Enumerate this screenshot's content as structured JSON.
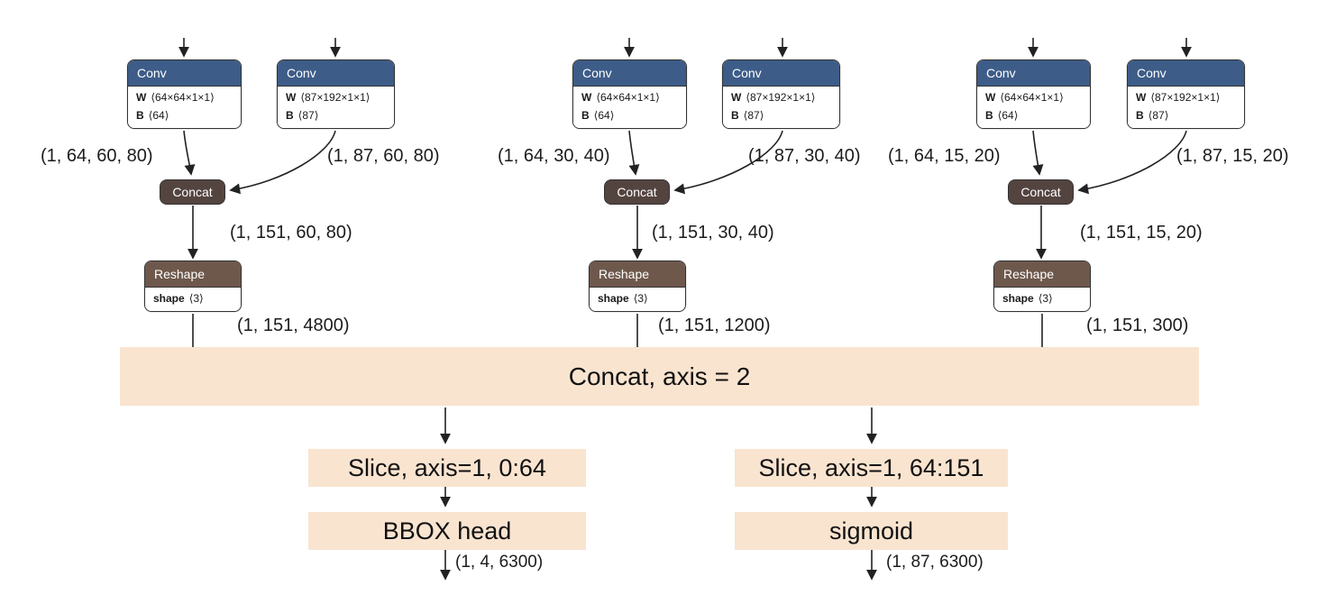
{
  "columns": [
    {
      "conv_left": {
        "title": "Conv",
        "params": [
          {
            "key": "W",
            "value": "⟨64×64×1×1⟩"
          },
          {
            "key": "B",
            "value": "⟨64⟩"
          }
        ]
      },
      "conv_right": {
        "title": "Conv",
        "params": [
          {
            "key": "W",
            "value": "⟨87×192×1×1⟩"
          },
          {
            "key": "B",
            "value": "⟨87⟩"
          }
        ]
      },
      "conv_left_out": "(1, 64, 60, 80)",
      "conv_right_out": "(1, 87, 60, 80)",
      "concat": {
        "title": "Concat"
      },
      "concat_out": "(1, 151, 60, 80)",
      "reshape": {
        "title": "Reshape",
        "params": [
          {
            "key": "shape",
            "value": "⟨3⟩"
          }
        ]
      },
      "reshape_out": "(1, 151, 4800)"
    },
    {
      "conv_left": {
        "title": "Conv",
        "params": [
          {
            "key": "W",
            "value": "⟨64×64×1×1⟩"
          },
          {
            "key": "B",
            "value": "⟨64⟩"
          }
        ]
      },
      "conv_right": {
        "title": "Conv",
        "params": [
          {
            "key": "W",
            "value": "⟨87×192×1×1⟩"
          },
          {
            "key": "B",
            "value": "⟨87⟩"
          }
        ]
      },
      "conv_left_out": "(1, 64, 30, 40)",
      "conv_right_out": "(1, 87, 30, 40)",
      "concat": {
        "title": "Concat"
      },
      "concat_out": "(1, 151, 30, 40)",
      "reshape": {
        "title": "Reshape",
        "params": [
          {
            "key": "shape",
            "value": "⟨3⟩"
          }
        ]
      },
      "reshape_out": "(1, 151, 1200)"
    },
    {
      "conv_left": {
        "title": "Conv",
        "params": [
          {
            "key": "W",
            "value": "⟨64×64×1×1⟩"
          },
          {
            "key": "B",
            "value": "⟨64⟩"
          }
        ]
      },
      "conv_right": {
        "title": "Conv",
        "params": [
          {
            "key": "W",
            "value": "⟨87×192×1×1⟩"
          },
          {
            "key": "B",
            "value": "⟨87⟩"
          }
        ]
      },
      "conv_left_out": "(1, 64, 15, 20)",
      "conv_right_out": "(1, 87, 15, 20)",
      "concat": {
        "title": "Concat"
      },
      "concat_out": "(1, 151, 15, 20)",
      "reshape": {
        "title": "Reshape",
        "params": [
          {
            "key": "shape",
            "value": "⟨3⟩"
          }
        ]
      },
      "reshape_out": "(1, 151, 300)"
    }
  ],
  "merge_bar": {
    "label": "Concat, axis = 2"
  },
  "branches": [
    {
      "slice_label": "Slice, axis=1, 0:64",
      "head_label": "BBOX head",
      "output_shape": "(1, 4, 6300)"
    },
    {
      "slice_label": "Slice, axis=1, 64:151",
      "head_label": "sigmoid",
      "output_shape": "(1, 87, 6300)"
    }
  ],
  "colors": {
    "conv_header": "#3d5c88",
    "concat_node": "#544440",
    "reshape_header": "#6e584c",
    "merge_bar_bg": "#f9e4d0",
    "edge": "#222222"
  }
}
